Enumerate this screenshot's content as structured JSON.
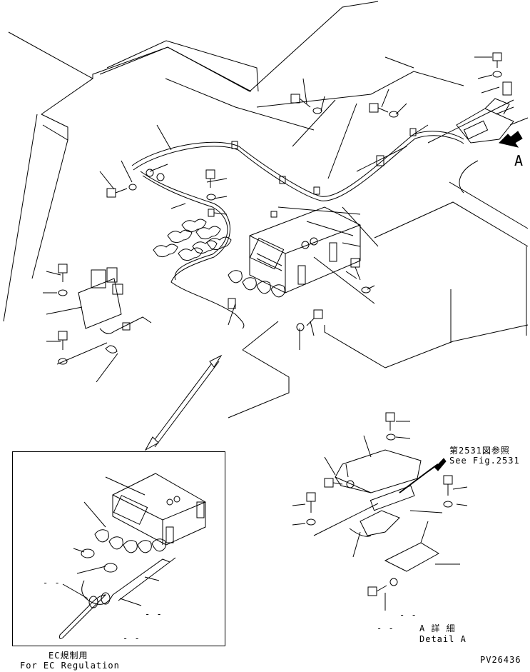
{
  "labels": {
    "view_letter": "A",
    "ref_jp": "第2531図参照",
    "ref_en": "See Fig.2531",
    "detail_jp": "A 詳 細",
    "detail_en": "Detail A",
    "ec_jp": "EC規制用",
    "ec_en": "For EC Regulation",
    "drawing_no": "PV26436",
    "dash_1": "- -",
    "dash_2": "- -",
    "dash_3": "- -",
    "dash_4": "- -",
    "dash_5": "- -"
  }
}
